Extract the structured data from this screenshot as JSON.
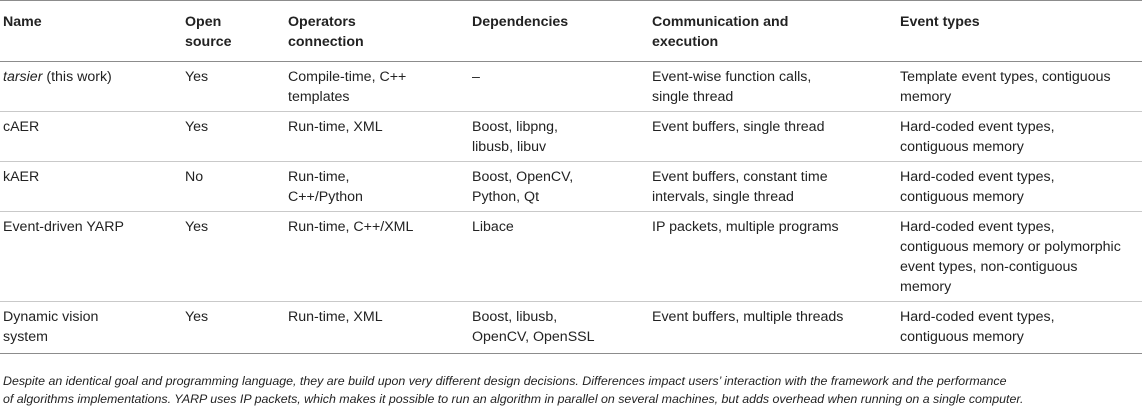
{
  "table": {
    "headers": [
      [
        "Name"
      ],
      [
        "Open",
        "source"
      ],
      [
        "Operators",
        "connection"
      ],
      [
        "Dependencies"
      ],
      [
        "Communication and",
        "execution"
      ],
      [
        "Event types"
      ]
    ],
    "rows": [
      {
        "name_italic": "tarsier",
        "name_rest": " (this work)",
        "open_source": "Yes",
        "operators": [
          "Compile-time, C++",
          "templates"
        ],
        "dependencies": [
          "–"
        ],
        "communication": [
          "Event-wise function calls,",
          "single thread"
        ],
        "event_types": [
          "Template event types, contiguous",
          "memory"
        ]
      },
      {
        "name": [
          "cAER"
        ],
        "open_source": "Yes",
        "operators": [
          "Run-time, XML"
        ],
        "dependencies": [
          "Boost, libpng,",
          "libusb, libuv"
        ],
        "communication": [
          "Event buffers, single thread"
        ],
        "event_types": [
          "Hard-coded event types,",
          "contiguous memory"
        ]
      },
      {
        "name": [
          "kAER"
        ],
        "open_source": "No",
        "operators": [
          "Run-time,",
          "C++/Python"
        ],
        "dependencies": [
          "Boost, OpenCV,",
          "Python, Qt"
        ],
        "communication": [
          "Event buffers, constant time",
          "intervals, single thread"
        ],
        "event_types": [
          "Hard-coded event types,",
          "contiguous memory"
        ]
      },
      {
        "name": [
          "Event-driven YARP"
        ],
        "open_source": "Yes",
        "operators": [
          "Run-time, C++/XML"
        ],
        "dependencies": [
          "Libace"
        ],
        "communication": [
          "IP packets, multiple programs"
        ],
        "event_types": [
          "Hard-coded event types,",
          "contiguous memory or polymorphic",
          "event types, non-contiguous",
          "memory"
        ]
      },
      {
        "name": [
          "Dynamic vision",
          "system"
        ],
        "open_source": "Yes",
        "operators": [
          "Run-time, XML"
        ],
        "dependencies": [
          "Boost, libusb,",
          "OpenCV, OpenSSL"
        ],
        "communication": [
          "Event buffers, multiple threads"
        ],
        "event_types": [
          "Hard-coded event types,",
          "contiguous memory"
        ]
      }
    ]
  },
  "caption": [
    "Despite an identical goal and programming language, they are build upon very different design decisions. Differences impact users’ interaction with the framework and the performance",
    "of algorithms implementations. YARP uses IP packets, which makes it possible to run an algorithm in parallel on several machines, but adds overhead when running on a single computer."
  ]
}
